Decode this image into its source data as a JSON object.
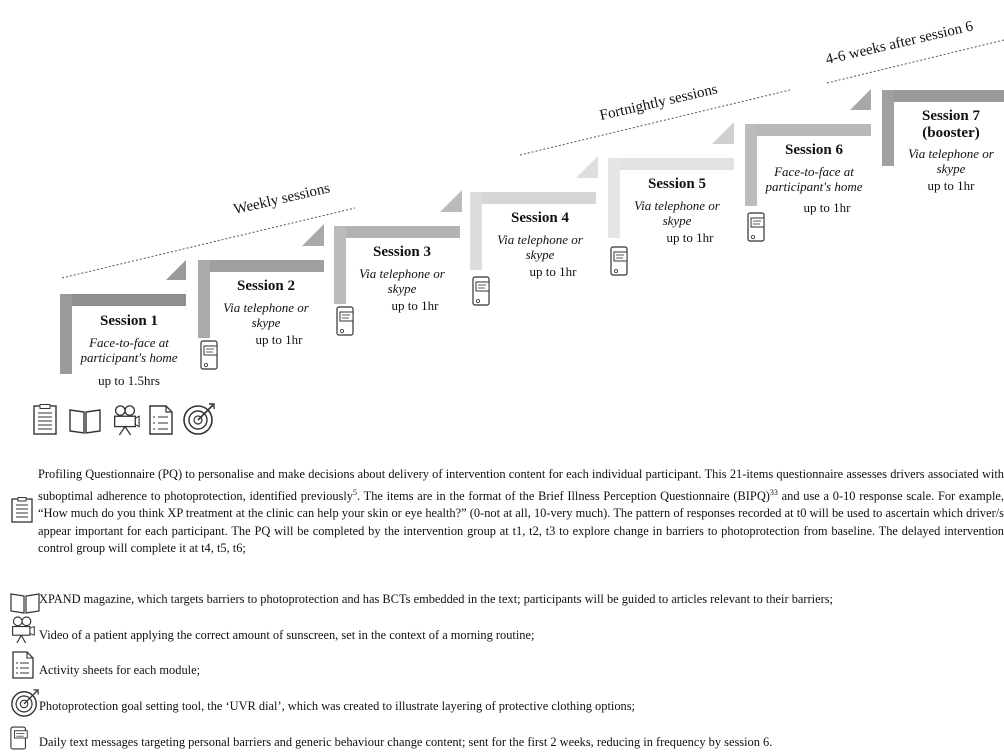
{
  "phases": {
    "weekly": "Weekly sessions",
    "fortnightly": "Fortnightly sessions",
    "after6": "4-6 weeks after session 6"
  },
  "sessions": [
    {
      "title": "Session 1",
      "mode": "Face-to-face at participant's home",
      "duration": "up to 1.5hrs"
    },
    {
      "title": "Session 2",
      "mode": "Via telephone or skype",
      "duration": "up to 1hr"
    },
    {
      "title": "Session 3",
      "mode": "Via telephone or skype",
      "duration": "up to 1hr"
    },
    {
      "title": "Session 4",
      "mode": "Via telephone or skype",
      "duration": "up to 1hr"
    },
    {
      "title": "Session 5",
      "mode": "Via telephone or skype",
      "duration": "up to 1hr"
    },
    {
      "title": "Session 6",
      "mode": "Face-to-face at participant's home",
      "duration": "up to 1hr"
    },
    {
      "title": "Session 7 (booster)",
      "mode": "Via telephone or skype",
      "duration": "up to 1hr"
    }
  ],
  "session1_icons": [
    "questionnaire-icon",
    "magazine-icon",
    "video-icon",
    "activity-sheet-icon",
    "goal-dial-icon"
  ],
  "legend": {
    "pq": {
      "icon": "questionnaire-icon",
      "text_a": "Profiling Questionnaire (PQ) to personalise and make decisions about delivery of intervention content for each individual participant. This 21-items questionnaire assesses drivers associated with suboptimal adherence to photoprotection, identified previously",
      "sup_a": "5",
      "text_b": ". The items are in the format of the Brief Illness Perception Questionnaire (BIPQ)",
      "sup_b": "33",
      "text_c": " and use a 0-10 response scale. For example, “How much do you think XP treatment at the clinic can help your skin or eye health?” (0-not at all, 10-very much). The pattern of responses recorded at t0 will be used to ascertain which driver/s appear important for each participant. The PQ will be completed by the intervention group at t1, t2, t3 to explore change in barriers to photoprotection from baseline. The delayed intervention control group will complete it at t4, t5, t6;"
    },
    "magazine": {
      "icon": "magazine-icon",
      "text": "XPAND magazine, which targets barriers to photoprotection and has BCTs embedded in the text; participants will be guided to articles relevant to their barriers;"
    },
    "video": {
      "icon": "video-icon",
      "text": "Video of a patient applying the correct amount of sunscreen, set in the context of a morning routine;"
    },
    "activity": {
      "icon": "activity-sheet-icon",
      "text": "Activity sheets for each module;"
    },
    "dial": {
      "icon": "goal-dial-icon",
      "text": "Photoprotection goal setting tool, the ‘UVR dial’, which was created to illustrate layering of protective clothing options;"
    },
    "sms": {
      "icon": "phone-message-icon",
      "text": "Daily text messages targeting personal barriers and generic behaviour change content; sent for the first 2 weeks, reducing in frequency by session 6."
    }
  }
}
